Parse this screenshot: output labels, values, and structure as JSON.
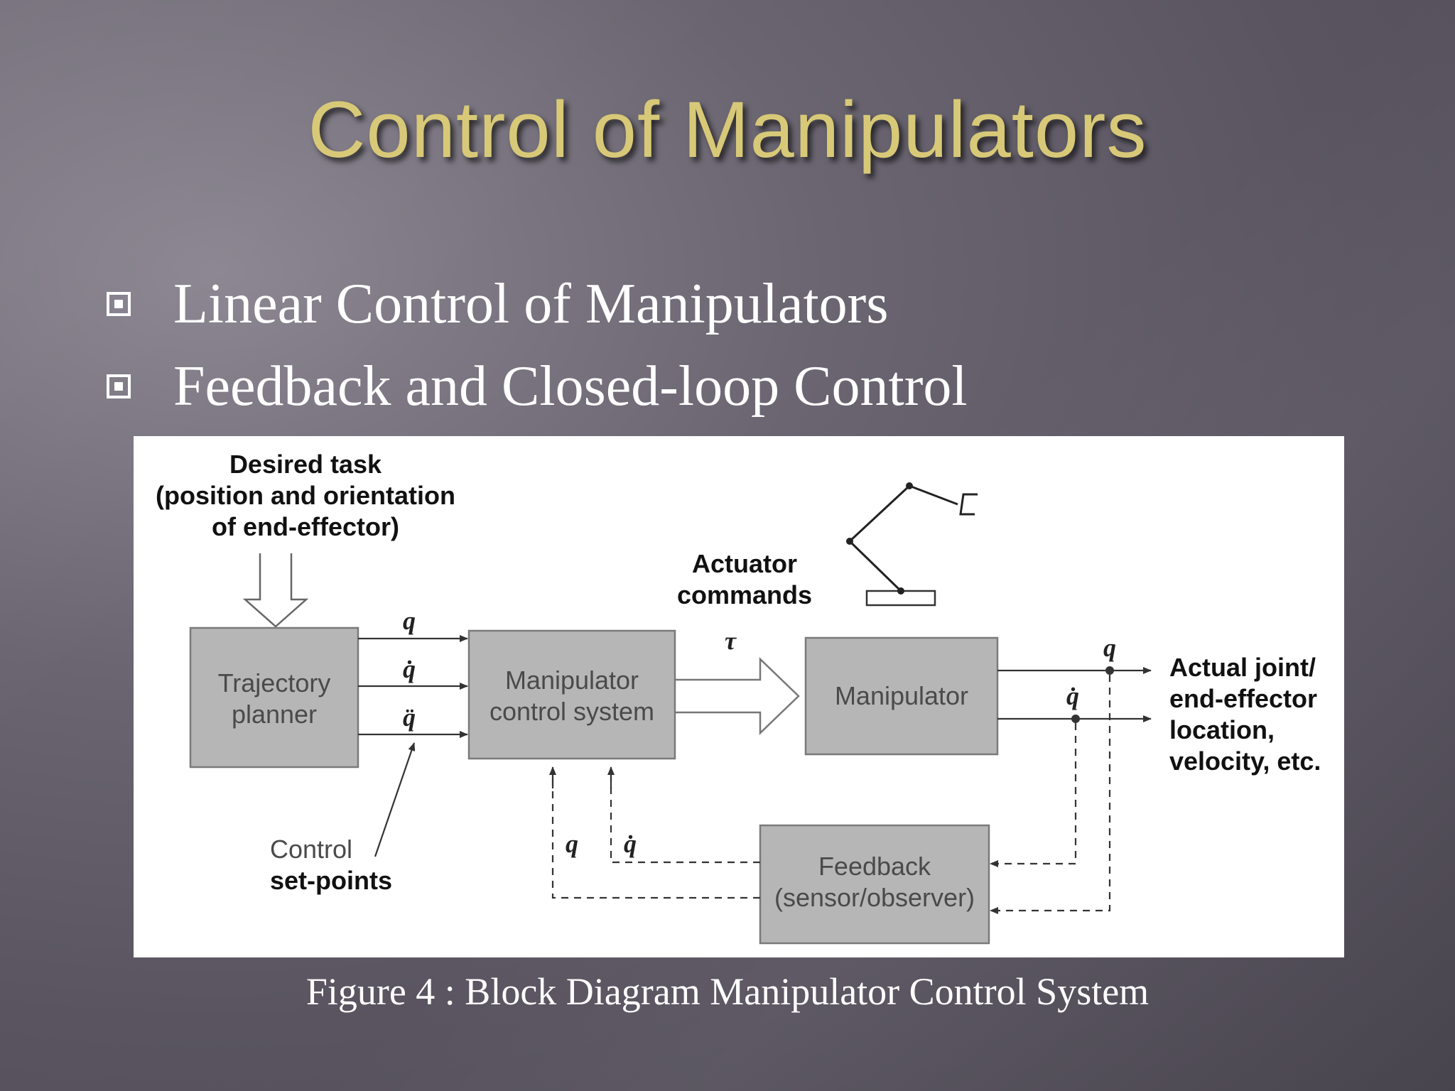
{
  "slide": {
    "title": "Control of Manipulators",
    "bullets": [
      {
        "label": "Linear Control of Manipulators"
      },
      {
        "label": "Feedback and Closed-loop Control"
      }
    ],
    "caption": "Figure 4 : Block Diagram Manipulator Control System"
  },
  "diagram": {
    "desired_task": [
      "Desired task",
      "(position and orientation",
      "of end-effector)"
    ],
    "actuator_commands": [
      "Actuator",
      "commands"
    ],
    "tau": "τ",
    "trajectory_planner": [
      "Trajectory",
      "planner"
    ],
    "control_system": [
      "Manipulator",
      "control system"
    ],
    "manipulator": "Manipulator",
    "feedback": [
      "Feedback",
      "(sensor/observer)"
    ],
    "setpoints": [
      "Control",
      "set-points"
    ],
    "actual": [
      "Actual joint/",
      "end-effector",
      "location,",
      "velocity, etc."
    ],
    "vars": {
      "q": "q",
      "qdot": "q̇",
      "qddot": "q̈"
    }
  },
  "colors": {
    "title": "#d8c978",
    "text": "#ffffff",
    "block_fill": "#b6b6b6"
  }
}
